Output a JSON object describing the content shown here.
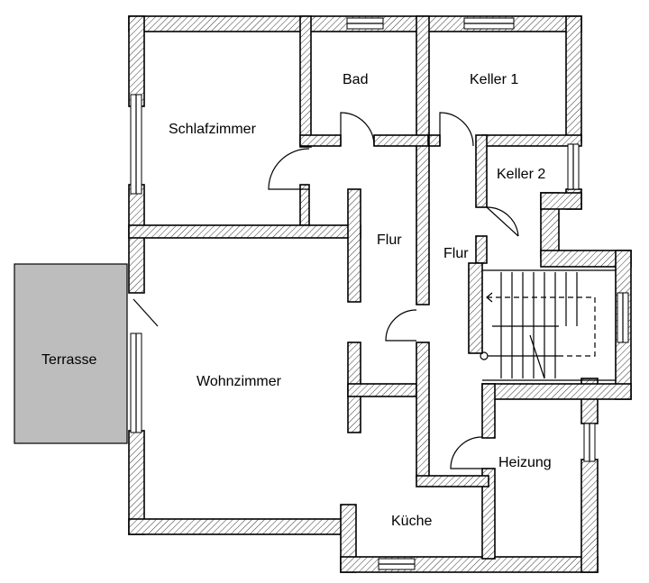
{
  "rooms": {
    "schlafzimmer": "Schlafzimmer",
    "bad": "Bad",
    "keller1": "Keller 1",
    "keller2": "Keller 2",
    "flur_left": "Flur",
    "flur_right": "Flur",
    "terrasse": "Terrasse",
    "wohnzimmer": "Wohnzimmer",
    "heizung": "Heizung",
    "kueche": "Küche"
  },
  "colors": {
    "terrace_fill": "#bdbdbd",
    "wall_stroke": "#000000"
  }
}
